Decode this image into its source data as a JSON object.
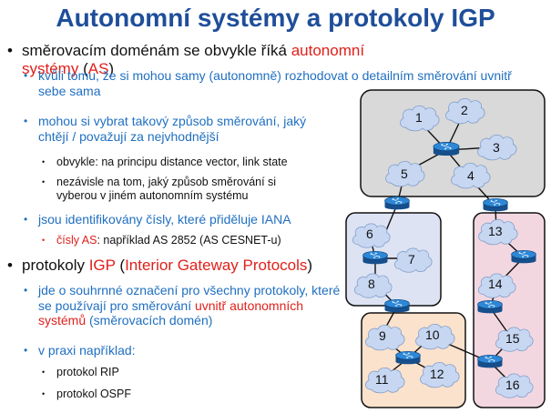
{
  "slide": {
    "title": "Autonomní systémy a protokoly IGP"
  },
  "bullets": {
    "b1": {
      "pre": "směrovacím doménám se obvykle říká ",
      "red": "autonomní systémy",
      "mid": " (",
      "red2": "AS",
      "post": ")"
    },
    "b1_1": "kvůli tomu, že si mohou samy (autonomně) rozhodovat o detailním směrování uvnitř sebe sama",
    "b1_2": "mohou si vybrat takový způsob směrování, jaký chtějí / považují za nejvhodnější",
    "b1_2_1": "obvykle: na principu distance vector, link state",
    "b1_2_2": "nezávisle na tom, jaký způsob směrování si vyberou v jiném autonomním systému",
    "b1_3": "jsou identifikovány čísly, které přiděluje IANA",
    "b1_3_1": {
      "red": "čísly AS",
      "post": ": například AS 2852 (AS CESNET-u)"
    },
    "b2": {
      "pre": "protokoly ",
      "red": "IGP",
      "mid": " (",
      "red2": "Interior Gateway Protocols",
      "post": ")"
    },
    "b2_1": {
      "pre": "jde o souhrnné označení pro všechny protokoly, které se používají pro směrování ",
      "red": "uvnitř autonomních systémů",
      "post": " (směrovacích domén)"
    },
    "b2_2": "v praxi například:",
    "b2_2_1": "protokol RIP",
    "b2_2_2": "protokol OSPF"
  },
  "diagram": {
    "nodes": [
      "1",
      "2",
      "3",
      "4",
      "5",
      "6",
      "7",
      "8",
      "9",
      "10",
      "11",
      "12",
      "13",
      "14",
      "15",
      "16"
    ],
    "colors": {
      "as_top": "#d9d9d9",
      "as_left": "#dde3f2",
      "as_bottom": "#fbe2cc",
      "as_right": "#f2d7e1",
      "cloud": "#c7d7f2",
      "router": "#1e6db8"
    }
  }
}
